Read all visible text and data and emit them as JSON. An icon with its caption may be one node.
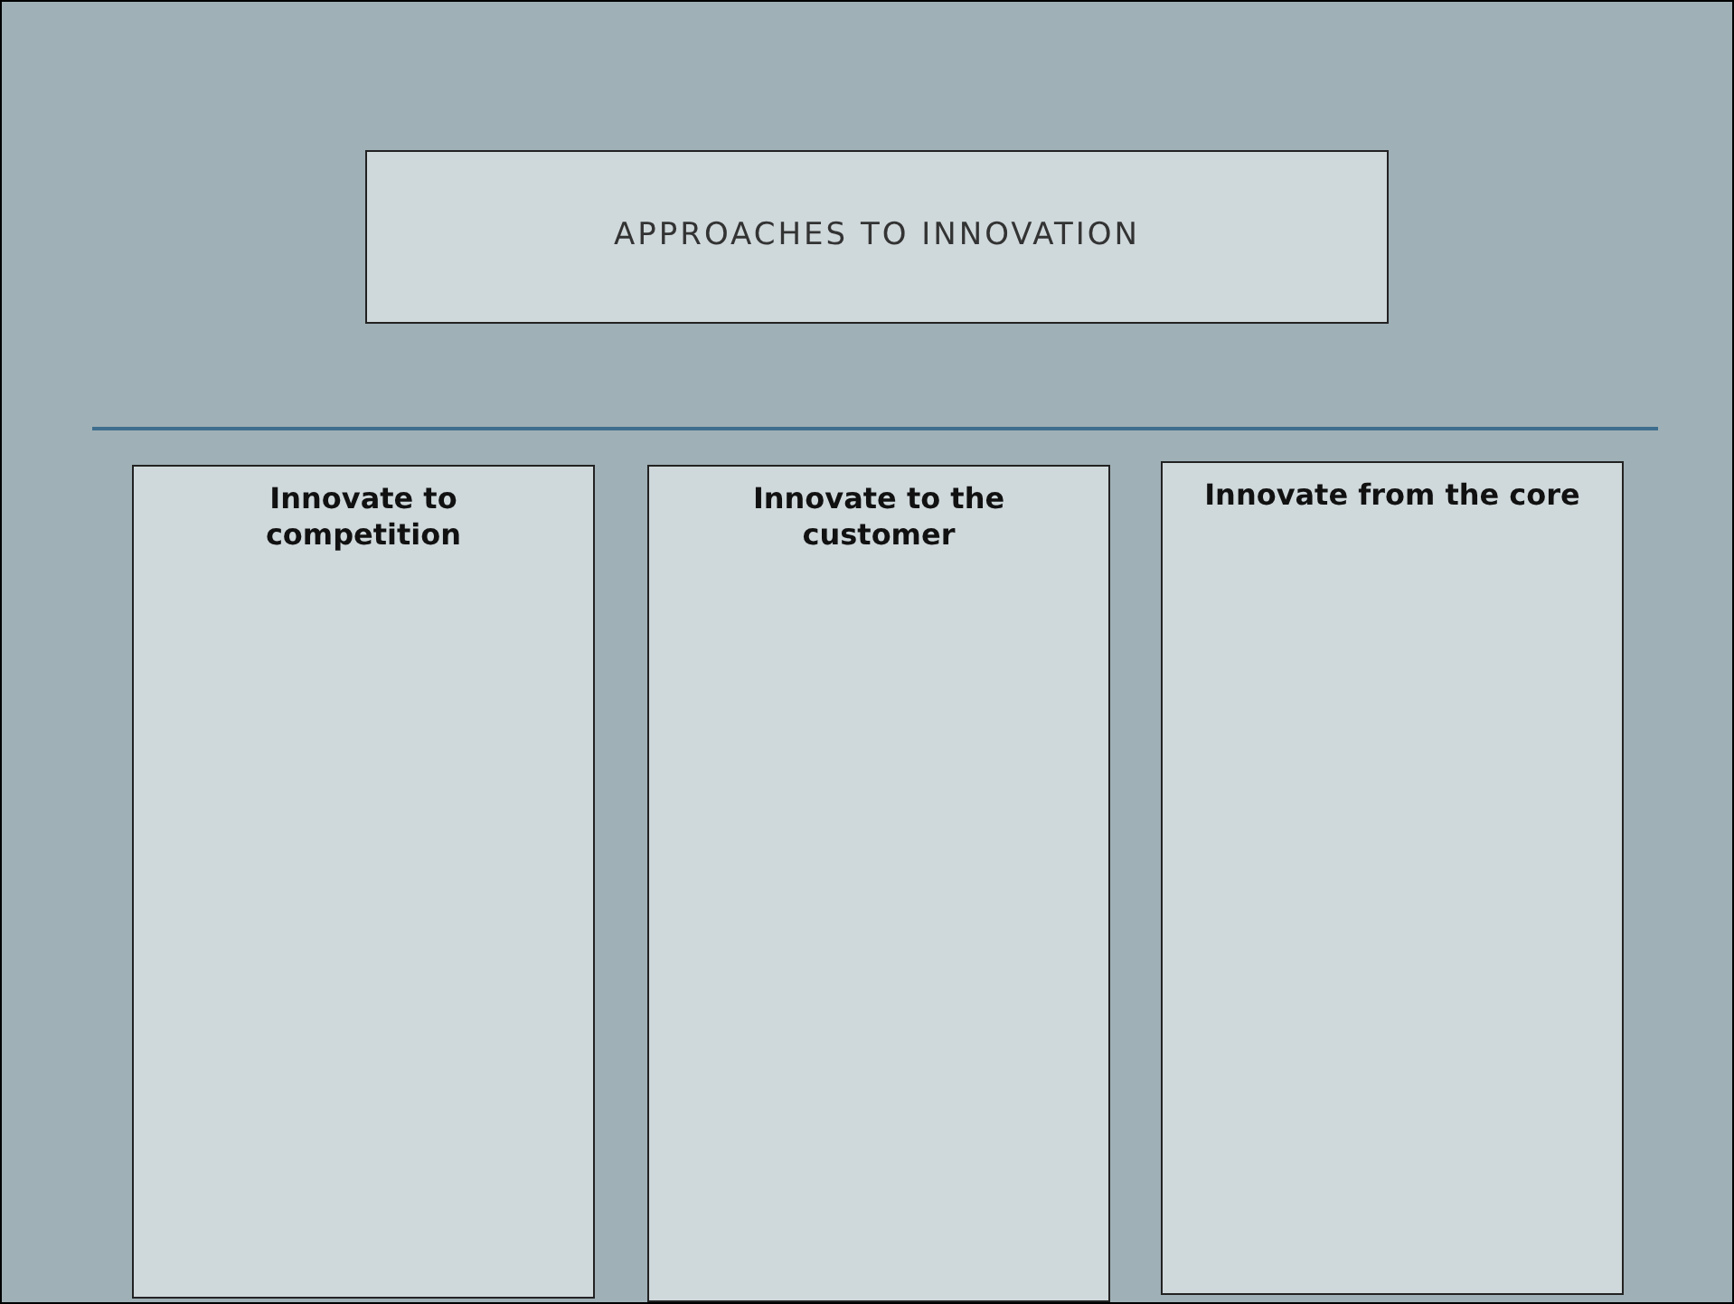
{
  "diagram": {
    "nodes": [
      {
        "text": [
          "APPROACHES TO INNOVATION"
        ]
      },
      {
        "text": [
          "Innovate to competition"
        ]
      },
      {
        "text": [
          "Innovate to the customer"
        ]
      },
      {
        "text": [
          "Innovate from the core"
        ]
      }
    ]
  }
}
